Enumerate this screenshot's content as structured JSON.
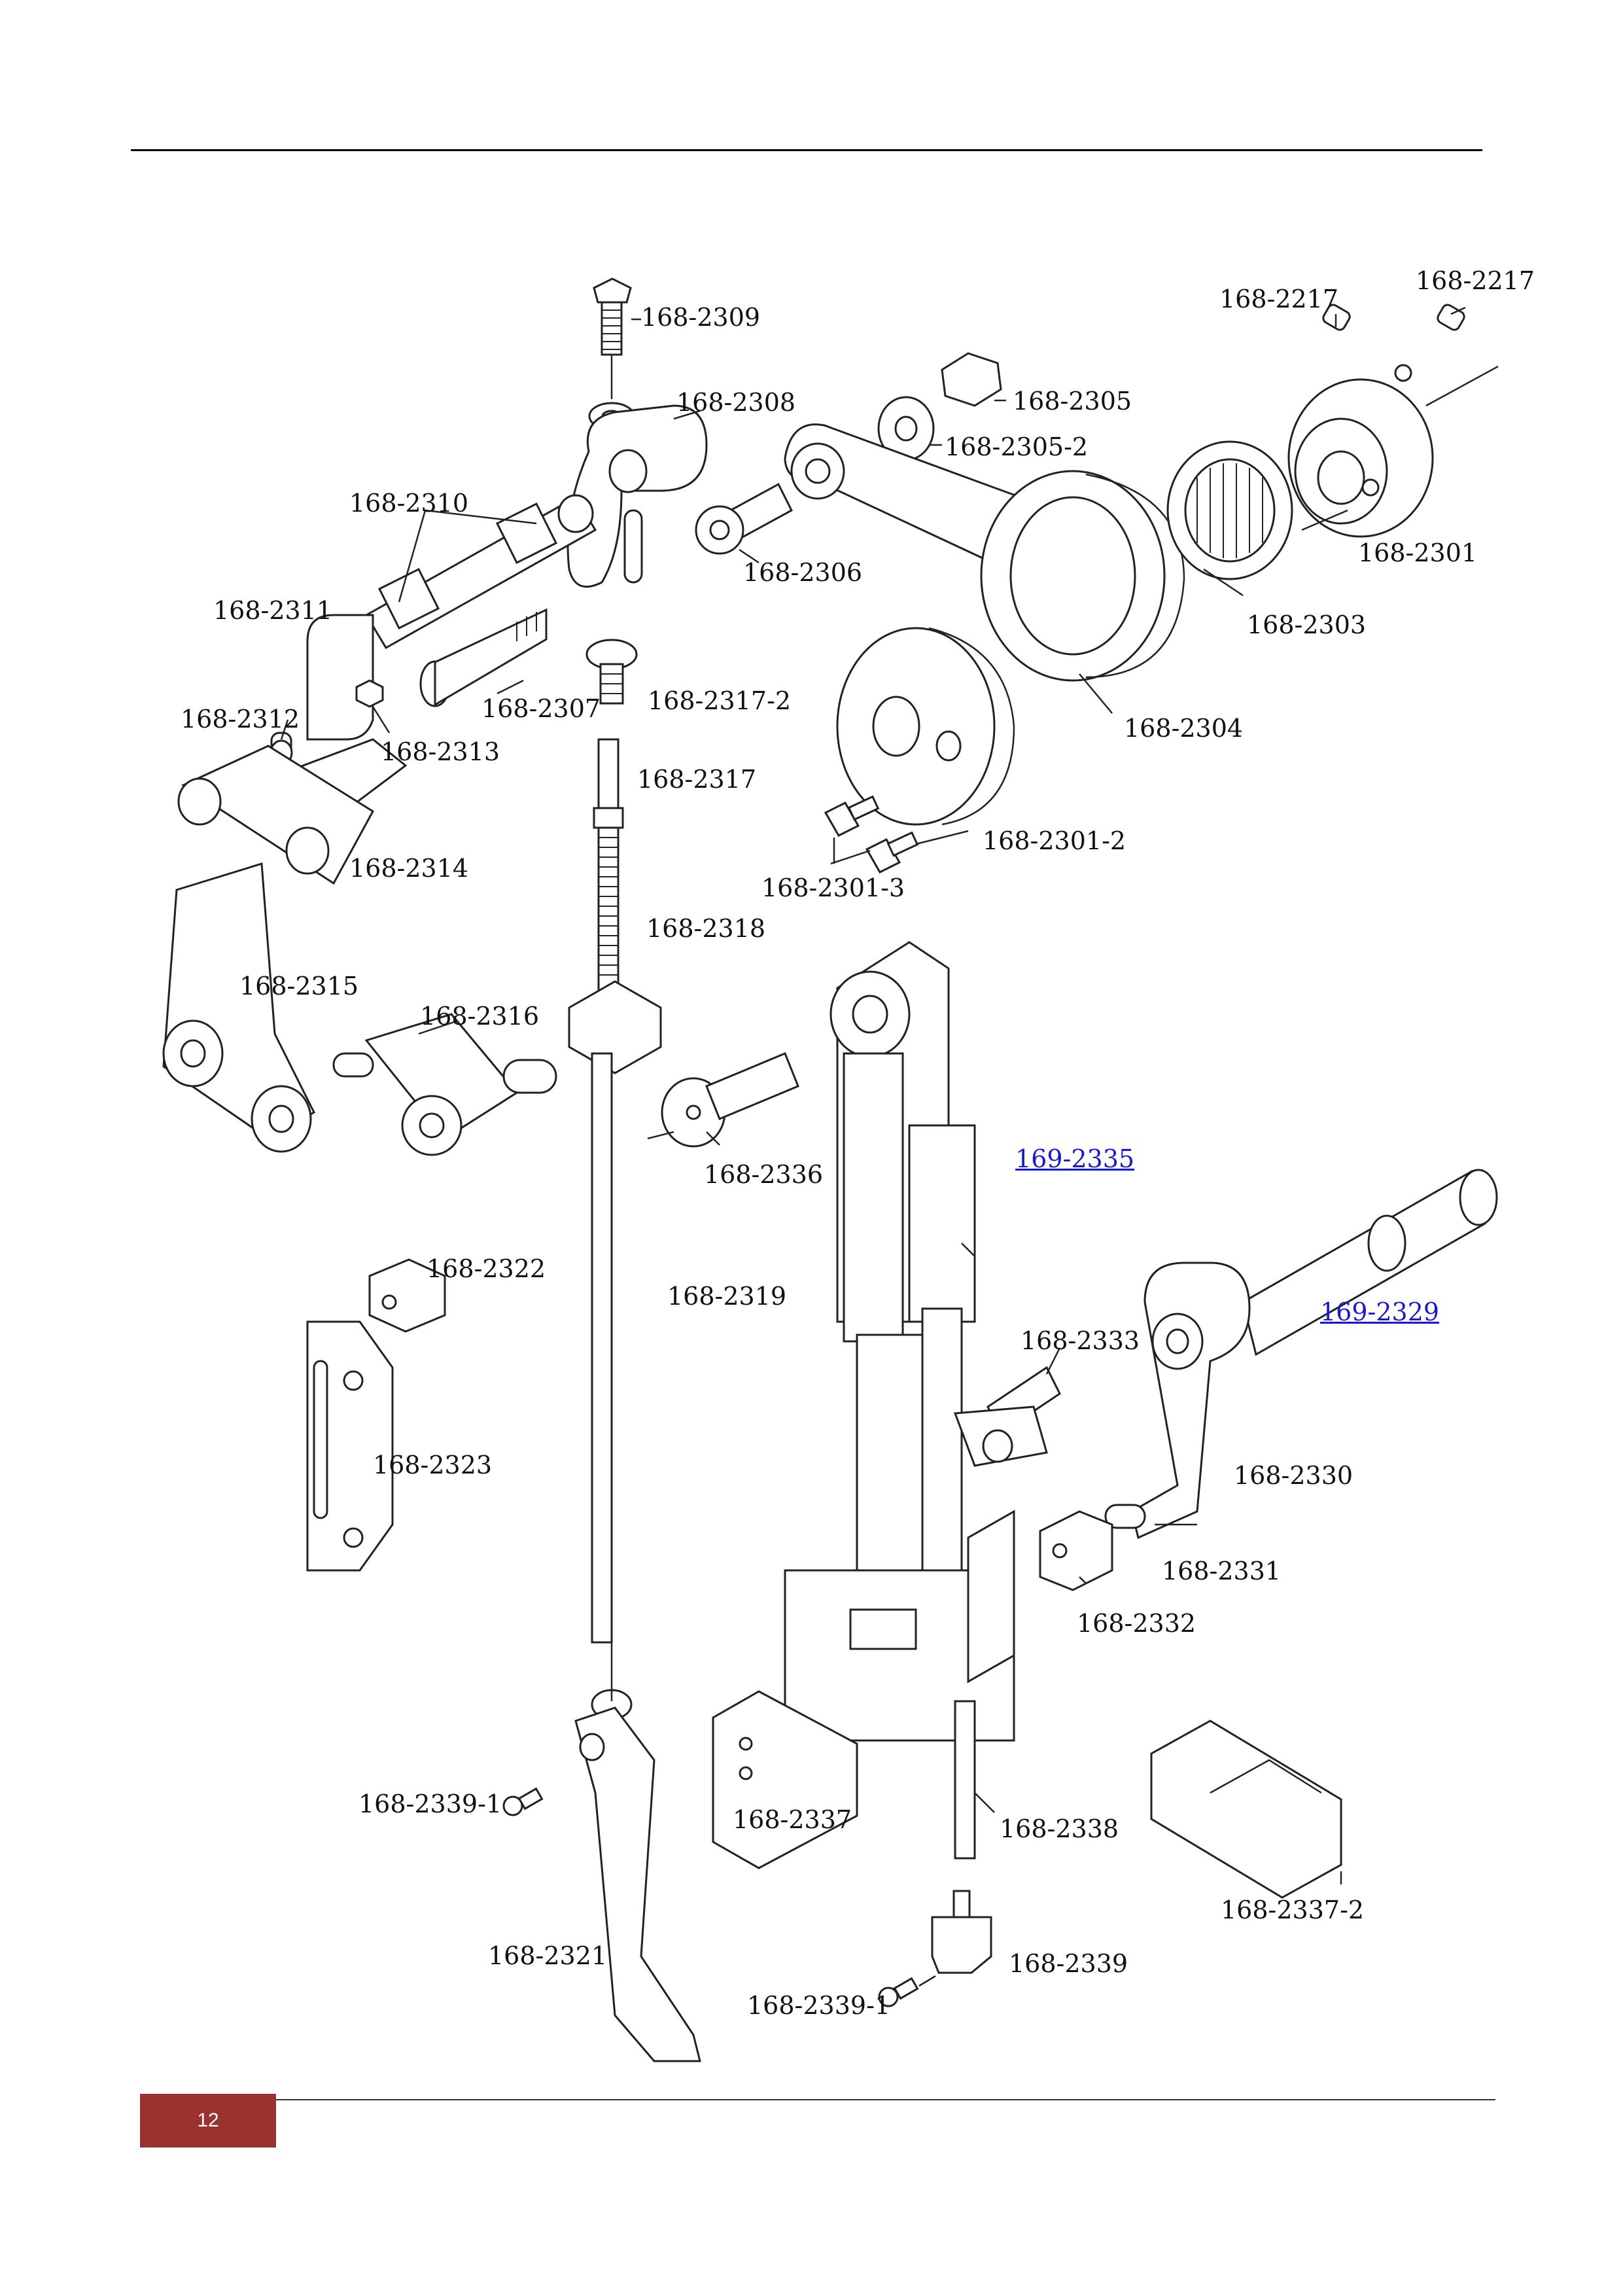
{
  "page": {
    "number": "12"
  },
  "colors": {
    "badge": "#9a3230",
    "link": "#1a1acc",
    "ink": "#222222"
  },
  "labels": {
    "p2309": "168-2309",
    "p2217a": "168-2217",
    "p2217b": "168-2217",
    "p2308": "168-2308",
    "p2305": "168-2305",
    "p2305_2": "168-2305-2",
    "p2310": "168-2310",
    "p2306": "168-2306",
    "p2301": "168-2301",
    "p2311": "168-2311",
    "p2303": "168-2303",
    "p2317_2": "168-2317-2",
    "p2307": "168-2307",
    "p2312": "168-2312",
    "p2304": "168-2304",
    "p2313": "168-2313",
    "p2317": "168-2317",
    "p2301_2": "168-2301-2",
    "p2314": "168-2314",
    "p2301_3": "168-2301-3",
    "p2318": "168-2318",
    "p2315": "168-2315",
    "p2316": "168-2316",
    "p2335": "169-2335",
    "p2336": "168-2336",
    "p2322": "168-2322",
    "p2319": "168-2319",
    "p2329": "169-2329",
    "p2333": "168-2333",
    "p2323": "168-2323",
    "p2330": "168-2330",
    "p2331": "168-2331",
    "p2332": "168-2332",
    "p2339_1a": "168-2339-1",
    "p2337": "168-2337",
    "p2338": "168-2338",
    "p2337_2": "168-2337-2",
    "p2321": "168-2321",
    "p2339": "168-2339",
    "p2339_1b": "168-2339-1"
  }
}
